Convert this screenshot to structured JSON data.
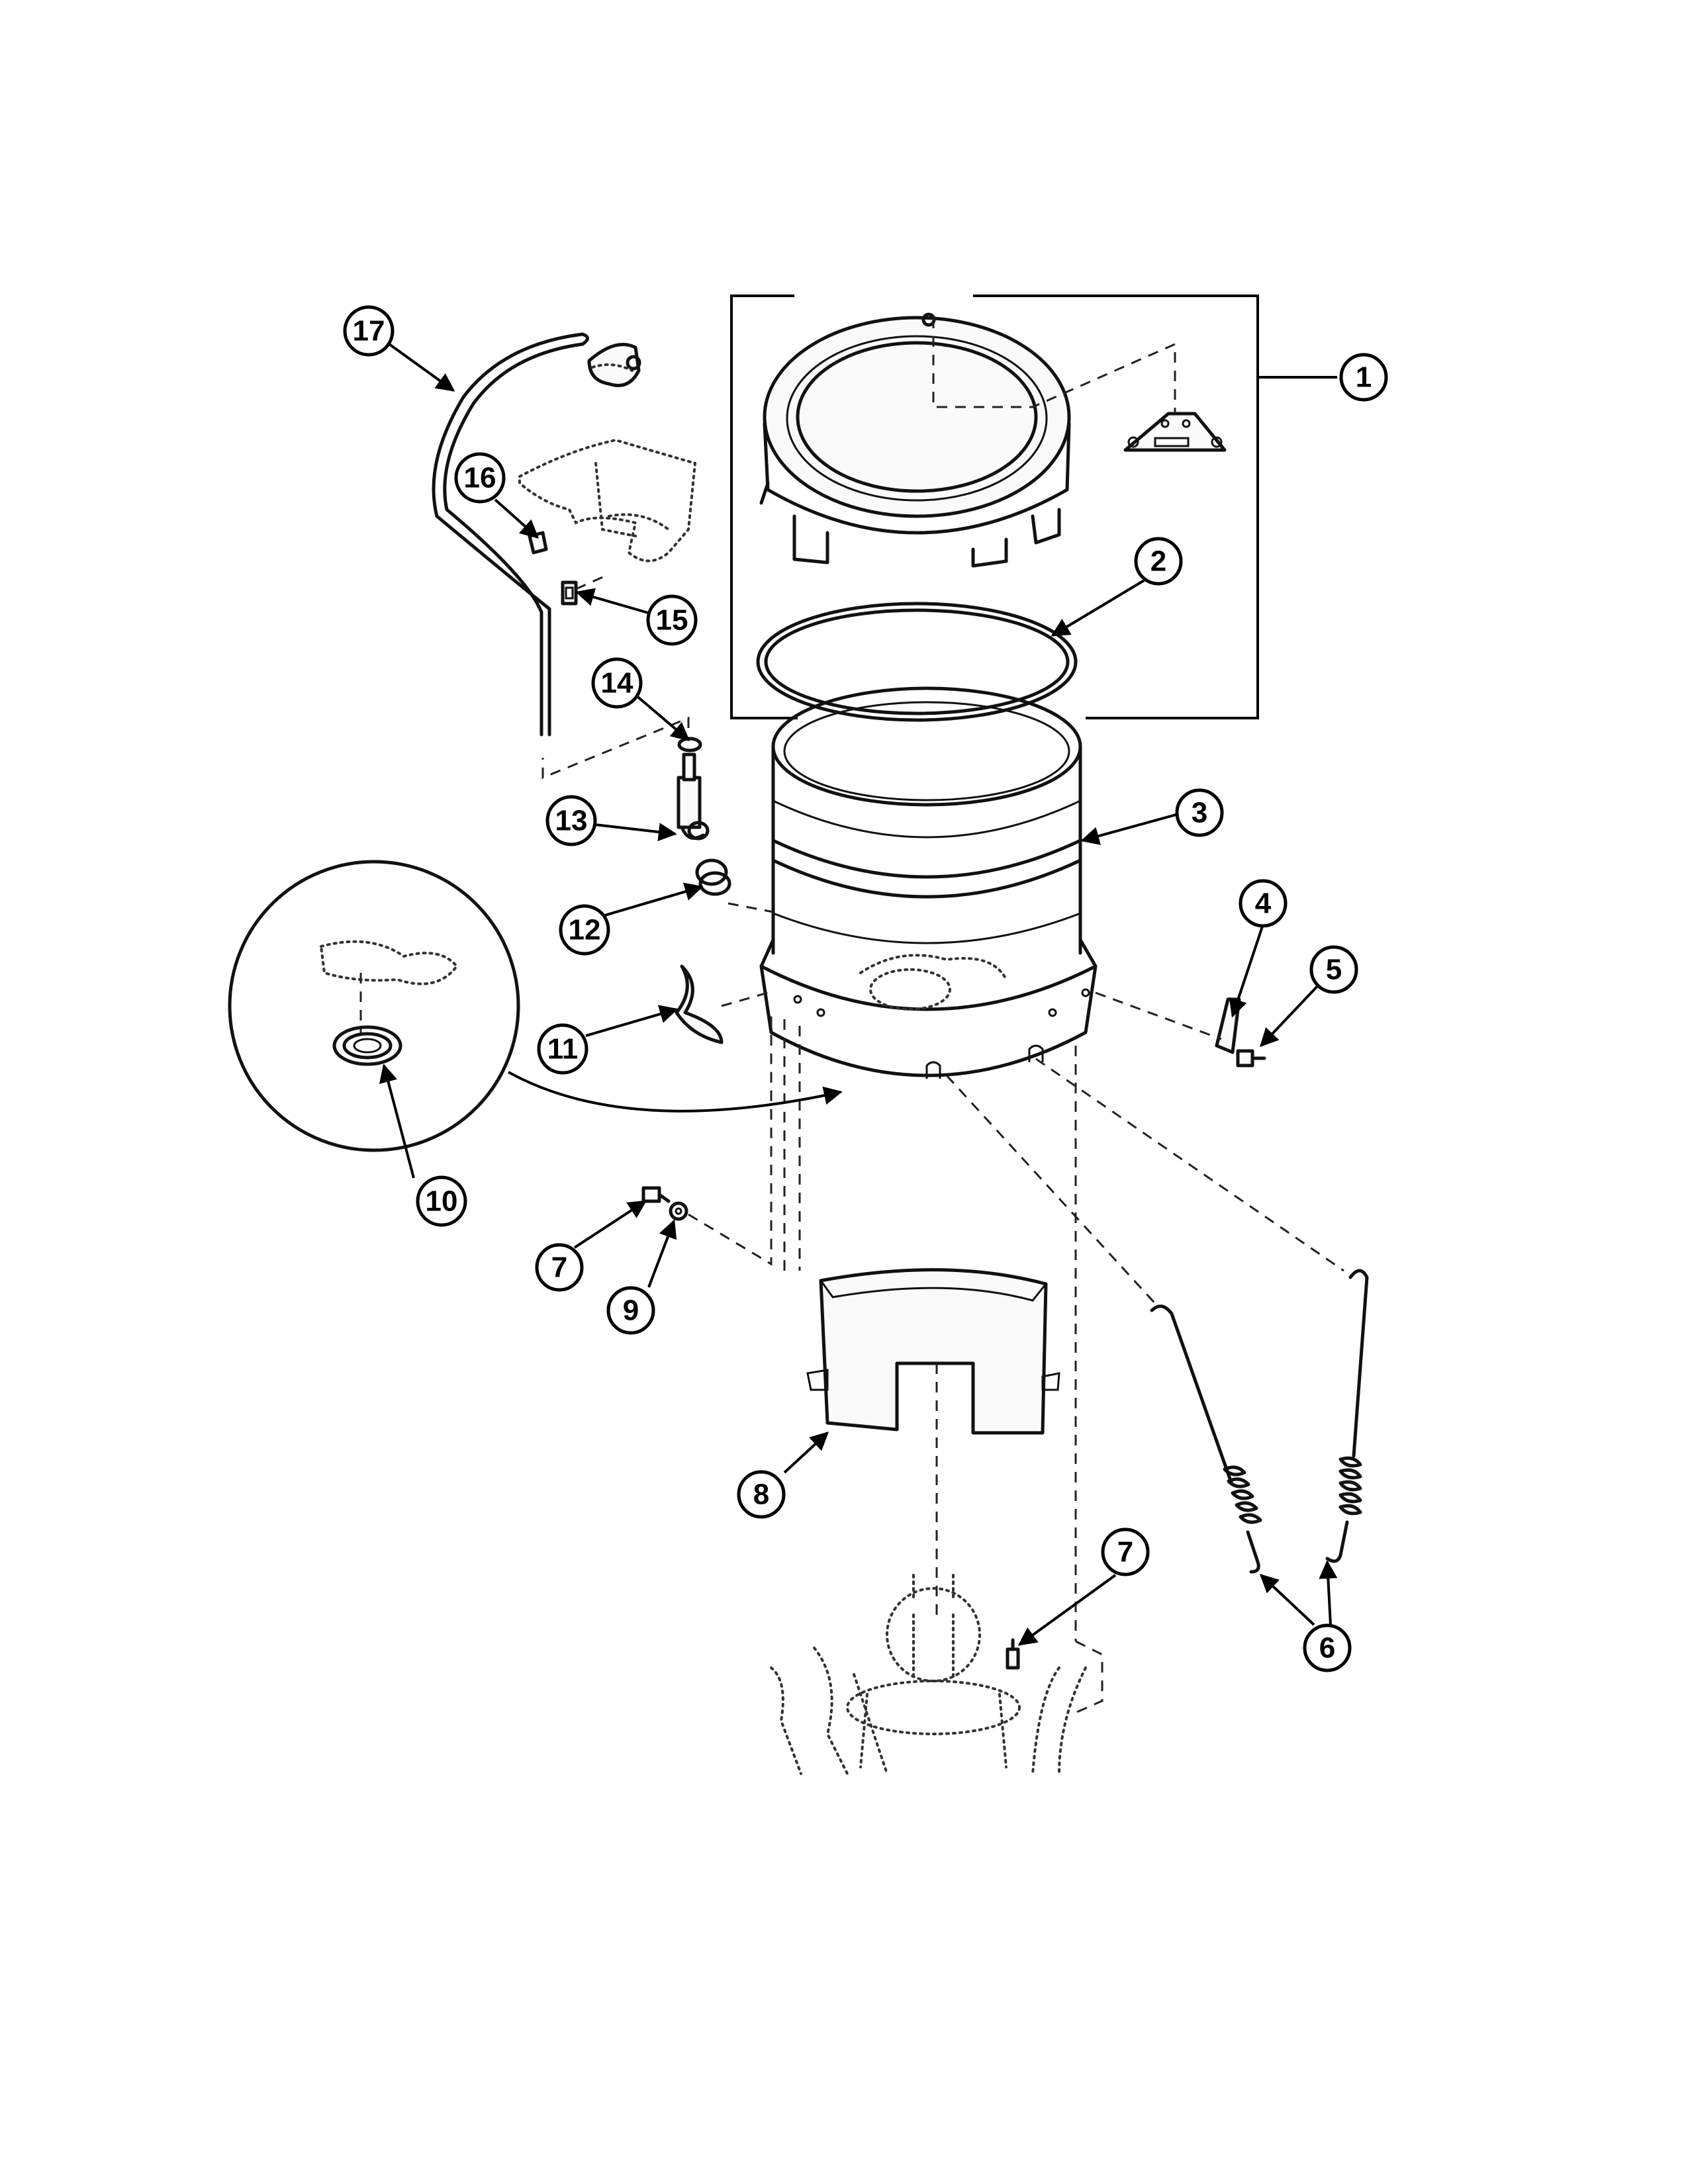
{
  "callouts": [
    {
      "id": "callout-1",
      "label": "1"
    },
    {
      "id": "callout-2",
      "label": "2"
    },
    {
      "id": "callout-3",
      "label": "3"
    },
    {
      "id": "callout-4",
      "label": "4"
    },
    {
      "id": "callout-5",
      "label": "5"
    },
    {
      "id": "callout-6",
      "label": "6"
    },
    {
      "id": "callout-7a",
      "label": "7"
    },
    {
      "id": "callout-7b",
      "label": "7"
    },
    {
      "id": "callout-8",
      "label": "8"
    },
    {
      "id": "callout-9",
      "label": "9"
    },
    {
      "id": "callout-10",
      "label": "10"
    },
    {
      "id": "callout-11",
      "label": "11"
    },
    {
      "id": "callout-12",
      "label": "12"
    },
    {
      "id": "callout-13",
      "label": "13"
    },
    {
      "id": "callout-14",
      "label": "14"
    },
    {
      "id": "callout-15",
      "label": "15"
    },
    {
      "id": "callout-16",
      "label": "16"
    },
    {
      "id": "callout-17",
      "label": "17"
    }
  ]
}
